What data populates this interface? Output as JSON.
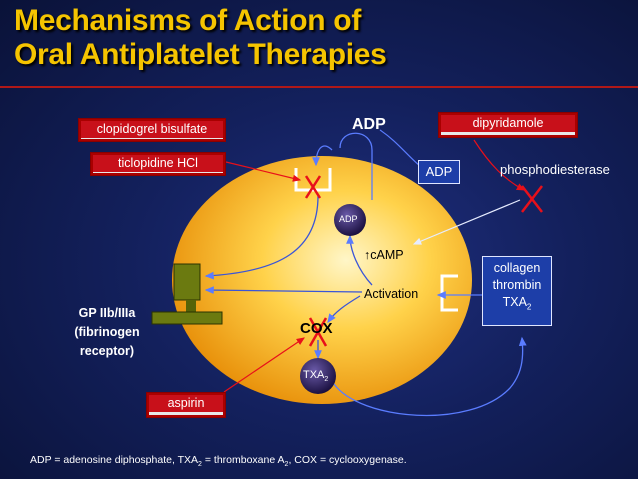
{
  "title": {
    "line1": "Mechanisms of Action of",
    "line2": "Oral Antiplatelet Therapies"
  },
  "drugs": {
    "clopidogrel": "clopidogrel bisulfate",
    "ticlopidine": "ticlopidine HCl",
    "dipyridamole": "dipyridamole",
    "aspirin": "aspirin"
  },
  "labels": {
    "adp_top": "ADP",
    "adp_box": "ADP",
    "phosphodiesterase": "phosphodiesterase",
    "adp_granule": "ADP",
    "camp": "cAMP",
    "activation": "Activation",
    "cox": "COX",
    "txa2_granule_base": "TXA",
    "txa2_granule_sub": "2",
    "gp_line1": "GP IIb/IIIa",
    "gp_line2": "(fibrinogen",
    "gp_line3": "receptor)"
  },
  "agonists": {
    "collagen": "collagen",
    "thrombin": "thrombin",
    "txa2_base": "TXA",
    "txa2_sub": "2"
  },
  "footer": {
    "p1": "ADP = adenosine diphosphate, TXA",
    "s1": "2",
    "p2": " = thromboxane A",
    "s2": "2",
    "p3": ", COX = cyclooxygenase."
  },
  "colors": {
    "title": "#f5c400",
    "rule": "#b01818",
    "inhibit_x": "#e8101a",
    "arrow_blue": "#5a7cff",
    "arrow_white": "#dfe6ff",
    "cell_center": "#fff2b0",
    "cell_edge": "#e8940a"
  }
}
